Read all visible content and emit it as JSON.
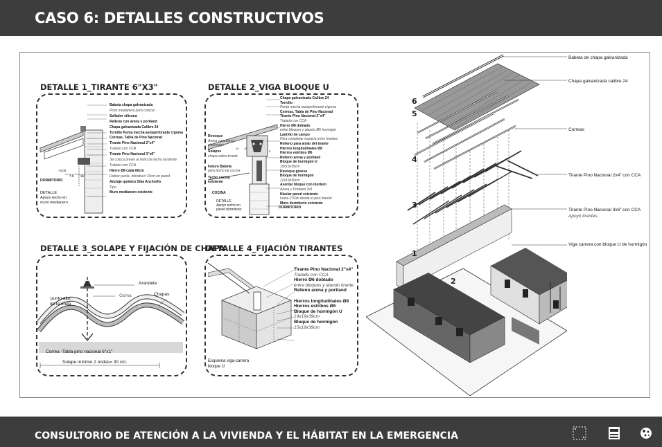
{
  "header": {
    "title": "CASO 6: DETALLES CONSTRUCTIVOS"
  },
  "footer": {
    "title": "CONSULTORIO DE ATENCIÓN A LA VIVIENDA Y EL HÁBITAT EN LA EMERGENCIA"
  },
  "colors": {
    "bar": "#3d3d3d",
    "text_light": "#ffffff",
    "line": "#333333"
  },
  "detail1": {
    "title": "DETALLE 1_TIRANTE 6\"X3\"",
    "labels": [
      {
        "t": "Babeta chapa galvanizada",
        "s": "b"
      },
      {
        "t": "Picar medianera para colocar",
        "s": "i"
      },
      {
        "t": "Sellador silicona",
        "s": "b"
      },
      {
        "t": "Relleno con arena y portland",
        "s": "b"
      },
      {
        "t": "Chapa galvanizada Calibre 24",
        "s": "b"
      },
      {
        "t": "Tornillo Punta mecha autoperforante c/goma",
        "s": "b"
      },
      {
        "t": "Correas. Tabla de Pino Nacional",
        "s": "b"
      },
      {
        "t": "Tirante Pino Nacional 2\"x4\"",
        "s": "b"
      },
      {
        "t": "Tratado con CCA",
        "s": "i"
      },
      {
        "t": "Tirante Pino Nacional 3\"x6\"",
        "s": "b"
      },
      {
        "t": "Se coloca previo al retiro de techo existente",
        "s": "i"
      },
      {
        "t": "Tratado con CCA",
        "s": "i"
      },
      {
        "t": "Hierro Ø8 cada 60cm",
        "s": "b"
      },
      {
        "t": "Doblar punta. Introducir 10cm en pared",
        "s": "i"
      },
      {
        "t": "Anclaje químico        Sika Anchorfix",
        "s": "b"
      },
      {
        "t": "Tipo",
        "s": "i"
      },
      {
        "t": "Muro medianero existente",
        "s": "b"
      }
    ],
    "dims": [
      "+3.00",
      "7.5",
      "15"
    ],
    "dormitorio": "DORMITORIO",
    "note": "DETALLE\nApoyo techo en\nmuro medianero"
  },
  "detail2": {
    "title": "DETALLE  2_VIGA  BLOQUE U",
    "labels": [
      {
        "t": "Chapa galvanizada Calibre 24",
        "s": "b"
      },
      {
        "t": "Tornillo",
        "s": "b"
      },
      {
        "t": "Punta mecha autoperforante c/goma",
        "s": "i"
      },
      {
        "t": "Correas. Tabla de Pino Nacional",
        "s": "b"
      },
      {
        "t": "Tirante Pino Nacional 2\"x4\"",
        "s": "b"
      },
      {
        "t": "Tratado con CCA",
        "s": "i"
      },
      {
        "t": "Hierro Ø8 doblado",
        "s": "b"
      },
      {
        "t": "entre bloques y atando Ø6 hormigón",
        "s": "i"
      },
      {
        "t": "Ladrillo de campo",
        "s": "b"
      },
      {
        "t": "Para completar espacio entre tirantes",
        "s": "i"
      },
      {
        "t": "Relleno para aislar del tirante",
        "s": "b"
      },
      {
        "t": "Hierros longitudinales Ø8",
        "s": "b"
      },
      {
        "t": "Hierros estribos Ø6",
        "s": "b"
      },
      {
        "t": "Relleno arena y portland",
        "s": "b"
      },
      {
        "t": "Bloque de hormigón U",
        "s": "b"
      },
      {
        "t": "19x19x39cm",
        "s": "i"
      },
      {
        "t": "Revoque grueso",
        "s": "b"
      },
      {
        "t": "Bloque de hormigón",
        "s": "b"
      },
      {
        "t": "12x19x39cm",
        "s": "i"
      },
      {
        "t": "Asentar bloque con mortero",
        "s": "b"
      },
      {
        "t": "Arena y Portland 3x1",
        "s": "i"
      },
      {
        "t": "Nivelar pared existente",
        "s": "b"
      },
      {
        "t": "hasta 2.50m desde el piso interior",
        "s": "i"
      },
      {
        "t": "Muro dormitorio existente",
        "s": "b"
      }
    ],
    "left": [
      "Revoque",
      "Arena y portland",
      "chasniego",
      "Solapes",
      "chapa sobre tirante",
      "Futuro Babeta",
      "para techo de cocina",
      "Techo cocina",
      "existente"
    ],
    "cocina": "COCINA",
    "dormitorio": "DORMITORIO",
    "note": "DETALLE\nApoyo techo en\npared dormitorio",
    "dims": [
      "10",
      "10",
      "5"
    ]
  },
  "detail3": {
    "title": "DETALLE 3_SOLAPE Y FIJACIÓN DE CHAPA",
    "arandela": "Arandela",
    "goma": "Goma",
    "chapas": "Chapas",
    "punto": "punto alto\nde la onda",
    "correa": "Correa -Tabla pino nacional 6\"x1\"",
    "solape": "Solape mínimo 2 ondas= 30 cm."
  },
  "detail4": {
    "title": "DETALLE 4_FIJACIÓN TIRANTES",
    "labels": [
      {
        "t": "Tirante Pino Nacional 2\"x4\"",
        "s": "b"
      },
      {
        "t": "Tratado con CCA",
        "s": "i"
      },
      {
        "t": "Hierro Ø6 doblado",
        "s": "b"
      },
      {
        "t": "entre bloques y atando tirante",
        "s": "i"
      },
      {
        "t": "Relleno arena y portland",
        "s": "b"
      },
      {
        "t": "",
        "s": "b"
      },
      {
        "t": "Hierros longitudinales Ø8",
        "s": "b"
      },
      {
        "t": "Hierros estribos Ø6",
        "s": "b"
      },
      {
        "t": "Bloque de hormigón U",
        "s": "b"
      },
      {
        "t": "19x19x39cm",
        "s": "i"
      },
      {
        "t": "Bloque de hormigón",
        "s": "b"
      },
      {
        "t": "15x19x39cm",
        "s": "i"
      }
    ],
    "esquema": "Esquema viga-carrera\nbloque U"
  },
  "axo": {
    "numbers": [
      "6",
      "5",
      "4",
      "3",
      "2",
      "1"
    ],
    "callouts": [
      {
        "t": "Babeta de chapa galvanizada",
        "sub": ""
      },
      {
        "t": "Chapa galvanizada calibre 24",
        "sub": ""
      },
      {
        "t": "Correas",
        "sub": ""
      },
      {
        "t": "Tirante Pino Nacional 2x4\" con CCA",
        "sub": ""
      },
      {
        "t": "Tirante Pino Nacional 3x6\" con CCA",
        "sub": "Apoyo tirantes"
      },
      {
        "t": "Viga carrera con bloque U de hormigón",
        "sub": ""
      }
    ]
  },
  "logos": [
    "frame-logo-icon",
    "institution-logo-icon",
    "network-logo-icon"
  ]
}
